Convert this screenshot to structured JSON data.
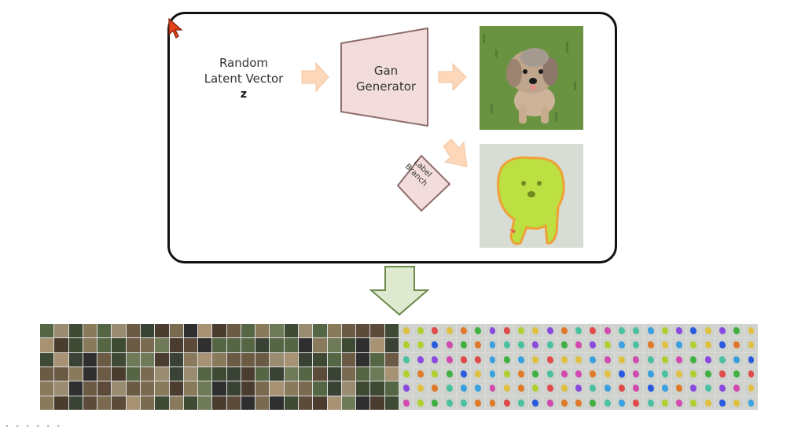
{
  "labels": {
    "latent_line1": "Random",
    "latent_line2": "Latent Vector",
    "latent_symbol": "z",
    "generator_line1": "Gan",
    "generator_line2": "Generator",
    "branch_line1": "Label",
    "branch_line2": "Branch"
  },
  "colors": {
    "arrow_fill": "#fcd7ba",
    "generator_fill": "#f3dcdc",
    "generator_stroke": "#8f6c6c",
    "down_arrow_fill": "#dfe9cf",
    "down_arrow_stroke": "#6b8a4c",
    "mask_fill": "#b9e02f",
    "mask_outline": "#f39a22",
    "cursor": "#e8431a"
  },
  "gallery": {
    "left_half": "real-photo samples",
    "right_half": "segmentation-mask samples"
  }
}
